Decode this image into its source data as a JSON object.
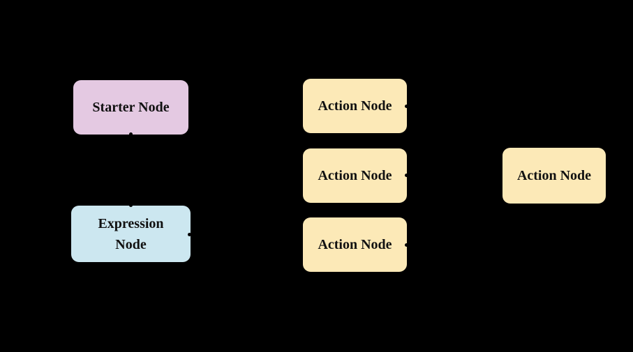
{
  "diagram": {
    "background_color": "#000000",
    "node_text_color": "#111111",
    "nodes": [
      {
        "id": "starter-node",
        "label": "Starter Node",
        "fill": "#e4c9e2"
      },
      {
        "id": "expression-node",
        "label": "Expression Node",
        "fill": "#cce7f0"
      },
      {
        "id": "action-node-1",
        "label": "Action Node",
        "fill": "#fcE9b7"
      },
      {
        "id": "action-node-2",
        "label": "Action Node",
        "fill": "#fce9b7"
      },
      {
        "id": "action-node-3",
        "label": "Action Node",
        "fill": "#fce9b7"
      },
      {
        "id": "action-node-right",
        "label": "Action Node",
        "fill": "#fce9b7"
      }
    ],
    "edge_color": "#000000"
  }
}
